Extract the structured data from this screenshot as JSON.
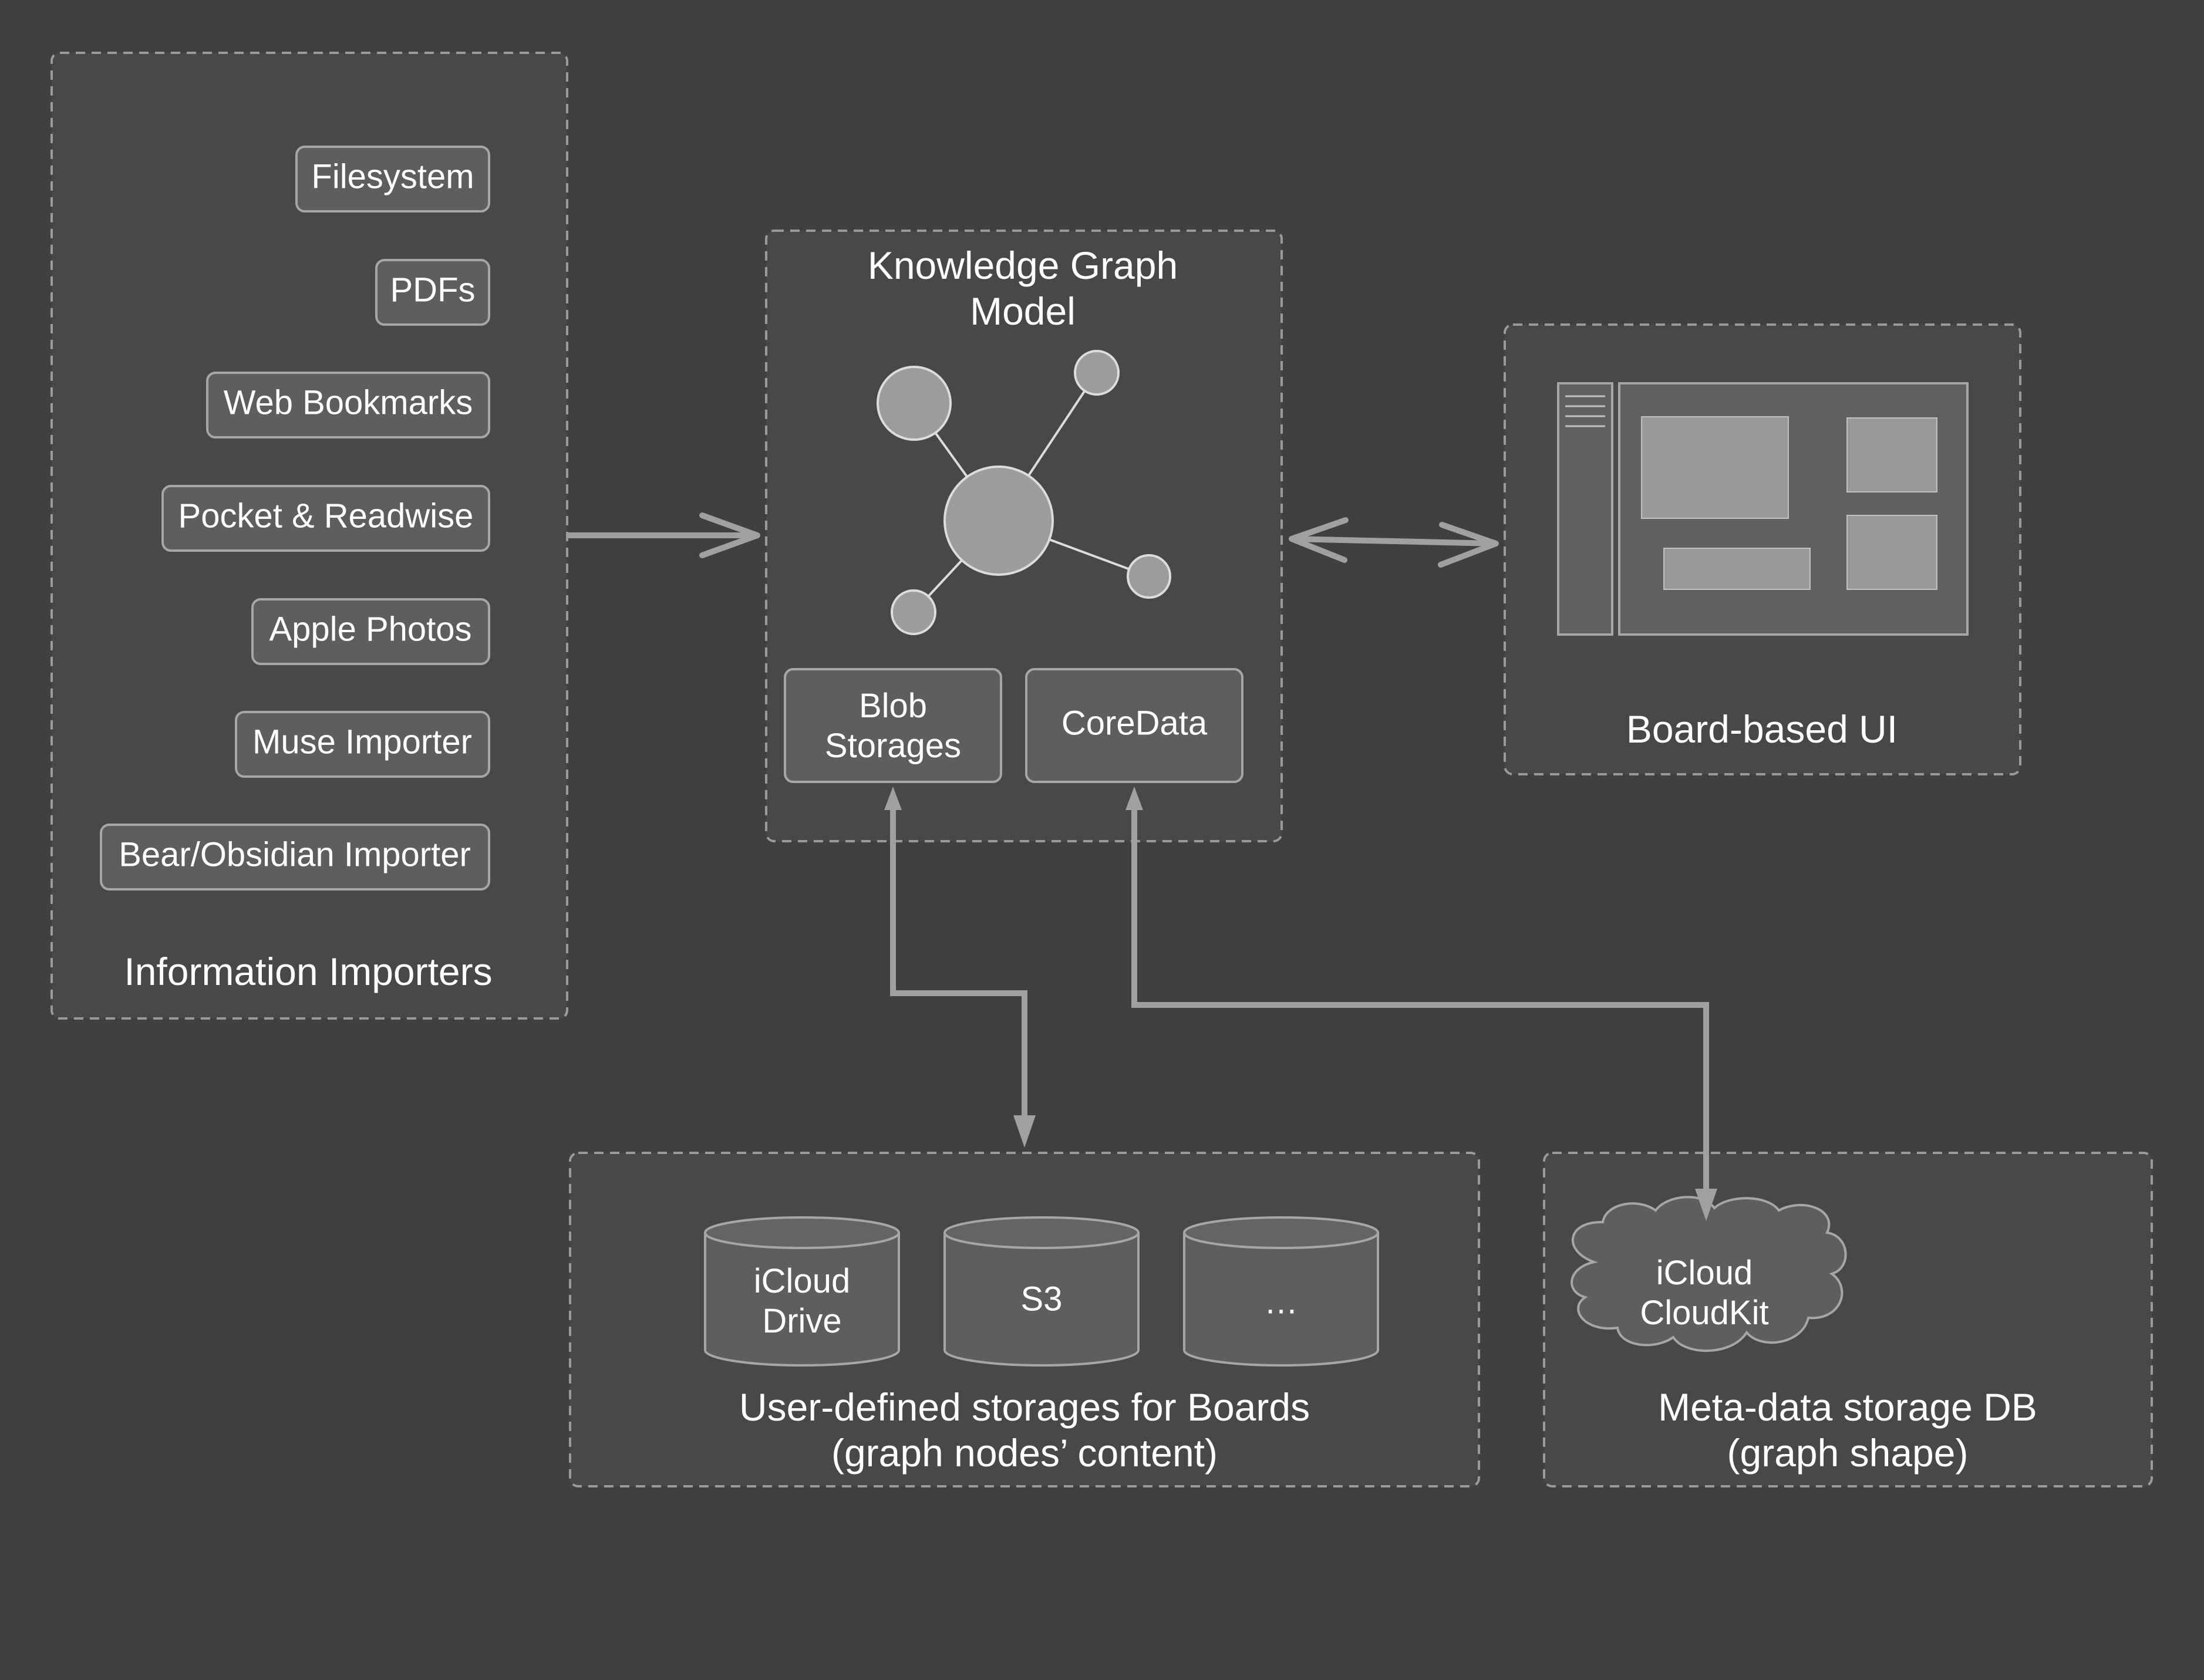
{
  "importers": {
    "title": "Information Importers",
    "items": [
      "Filesystem",
      "PDFs",
      "Web Bookmarks",
      "Pocket & Readwise",
      "Apple Photos",
      "Muse Importer",
      "Bear/Obsidian Importer"
    ]
  },
  "model": {
    "title_line1": "Knowledge Graph",
    "title_line2": "Model",
    "blob_line1": "Blob",
    "blob_line2": "Storages",
    "coredata": "CoreData"
  },
  "board_ui": {
    "title": "Board-based UI"
  },
  "user_storages": {
    "title_line1": "User-defined storages for Boards",
    "title_line2": "(graph nodes’ content)",
    "icloud_line1": "iCloud",
    "icloud_line2": "Drive",
    "s3": "S3",
    "more": "…"
  },
  "metadata": {
    "title_line1": "Meta-data storage DB",
    "title_line2": "(graph shape)",
    "cloudkit_line1": "iCloud",
    "cloudkit_line2": "CloudKit"
  }
}
